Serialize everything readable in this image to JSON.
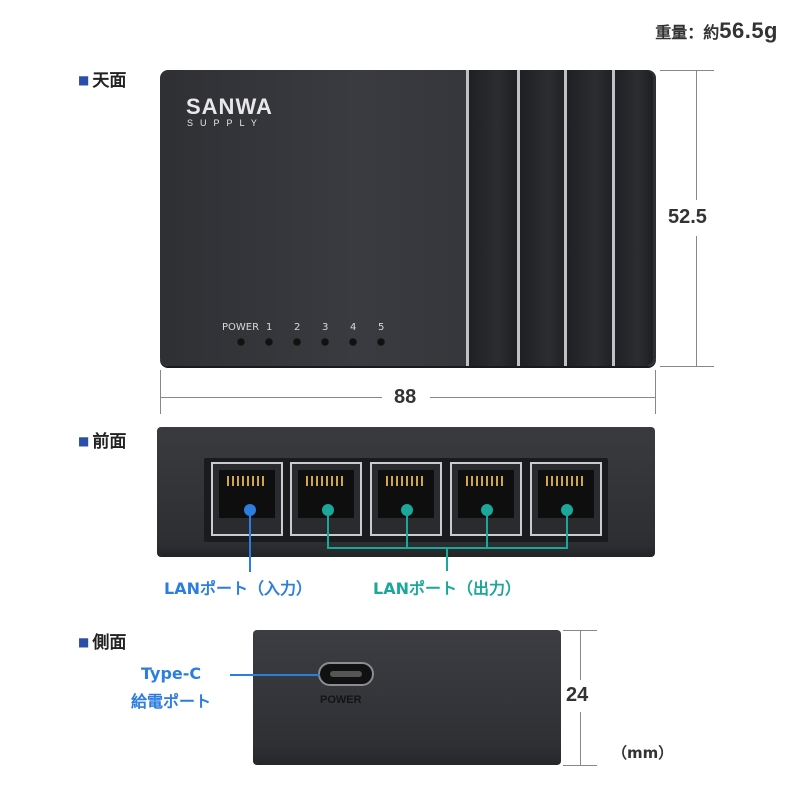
{
  "weight": {
    "label": "重量：約",
    "value": "56.5g"
  },
  "sections": {
    "top": "天面",
    "front": "前面",
    "side": "側面"
  },
  "brand": {
    "line1": "SANWA",
    "line2": "SUPPLY"
  },
  "leds": [
    "POWER",
    "1",
    "2",
    "3",
    "4",
    "5"
  ],
  "dimensions": {
    "depth": "52.5",
    "width": "88",
    "height": "24",
    "unit": "（mm）"
  },
  "callouts": {
    "lan_in": "LANポート（入力）",
    "lan_out": "LANポート（出力）",
    "typec_line1": "Type-C",
    "typec_line2": "給電ポート"
  },
  "side_label": "POWER",
  "colors": {
    "in_port": "#2b7de0",
    "out_port": "#1aa89a",
    "section_marker": "#2b4fa6"
  }
}
